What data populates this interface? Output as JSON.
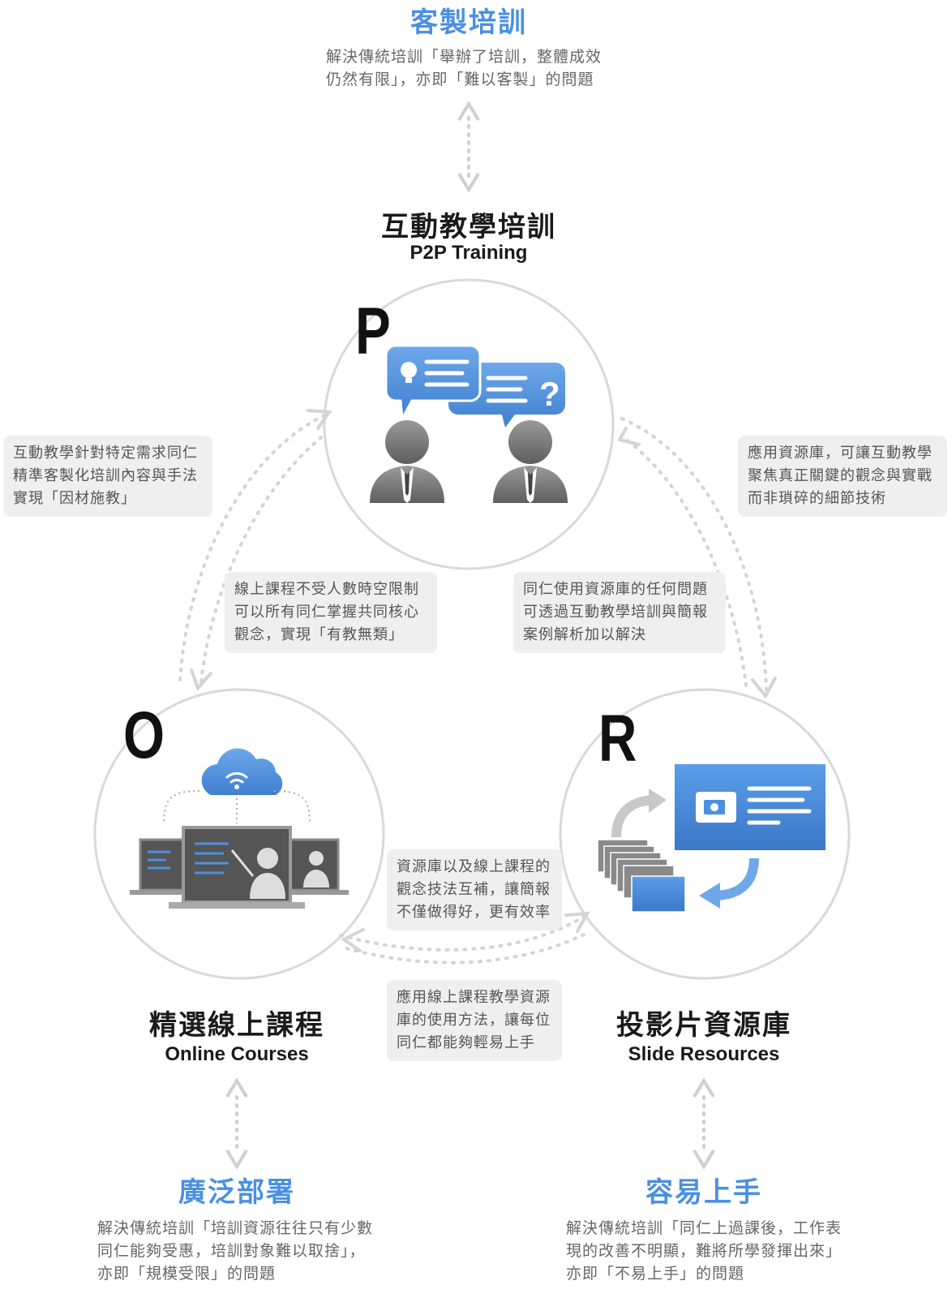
{
  "top_benefit": {
    "title": "客製培訓",
    "desc_lines": [
      "解決傳統培訓「舉辦了培訓，整體成效",
      "仍然有限」，亦即「難以客製」的問題"
    ]
  },
  "p_node": {
    "title": "互動教學培訓",
    "subtitle": "P2P Training",
    "letter": "P"
  },
  "o_node": {
    "title": "精選線上課程",
    "subtitle": "Online Courses",
    "letter": "O"
  },
  "r_node": {
    "title": "投影片資源庫",
    "subtitle": "Slide Resources",
    "letter": "R"
  },
  "left_benefit": {
    "title": "廣泛部署",
    "desc_lines": [
      "解決傳統培訓「培訓資源往往只有少數",
      "同仁能夠受惠，培訓對象難以取捨」，",
      "亦即「規模受限」的問題"
    ]
  },
  "right_benefit": {
    "title": "容易上手",
    "desc_lines": [
      "解決傳統培訓「同仁上過課後，工作表",
      "現的改善不明顯，難將所學發揮出來」",
      "亦即「不易上手」的問題"
    ]
  },
  "notes": {
    "p_to_o": [
      "互動教學針對特定需求同仁",
      "精準客製化培訓內容與手法",
      "實現「因材施教」"
    ],
    "o_to_p": [
      "線上課程不受人數時空限制",
      "可以所有同仁掌握共同核心",
      "觀念，實現「有教無類」"
    ],
    "r_to_p": [
      "應用資源庫，可讓互動教學",
      "聚焦真正關鍵的觀念與實戰",
      "而非瑣碎的細節技術"
    ],
    "p_to_r": [
      "同仁使用資源庫的任何問題",
      "可透過互動教學培訓與簡報",
      "案例解析加以解決"
    ],
    "r_to_o": [
      "資源庫以及線上課程的",
      "觀念技法互補，讓簡報",
      "不僅做得好，更有效率"
    ],
    "o_to_r": [
      "應用線上課程教學資源",
      "庫的使用方法，讓每位",
      "同仁都能夠輕易上手"
    ]
  },
  "colors": {
    "accent": "#4a90e2",
    "circle": "#d9d9d9",
    "dots": "#cfcfcf",
    "note_bg": "#efefef"
  }
}
